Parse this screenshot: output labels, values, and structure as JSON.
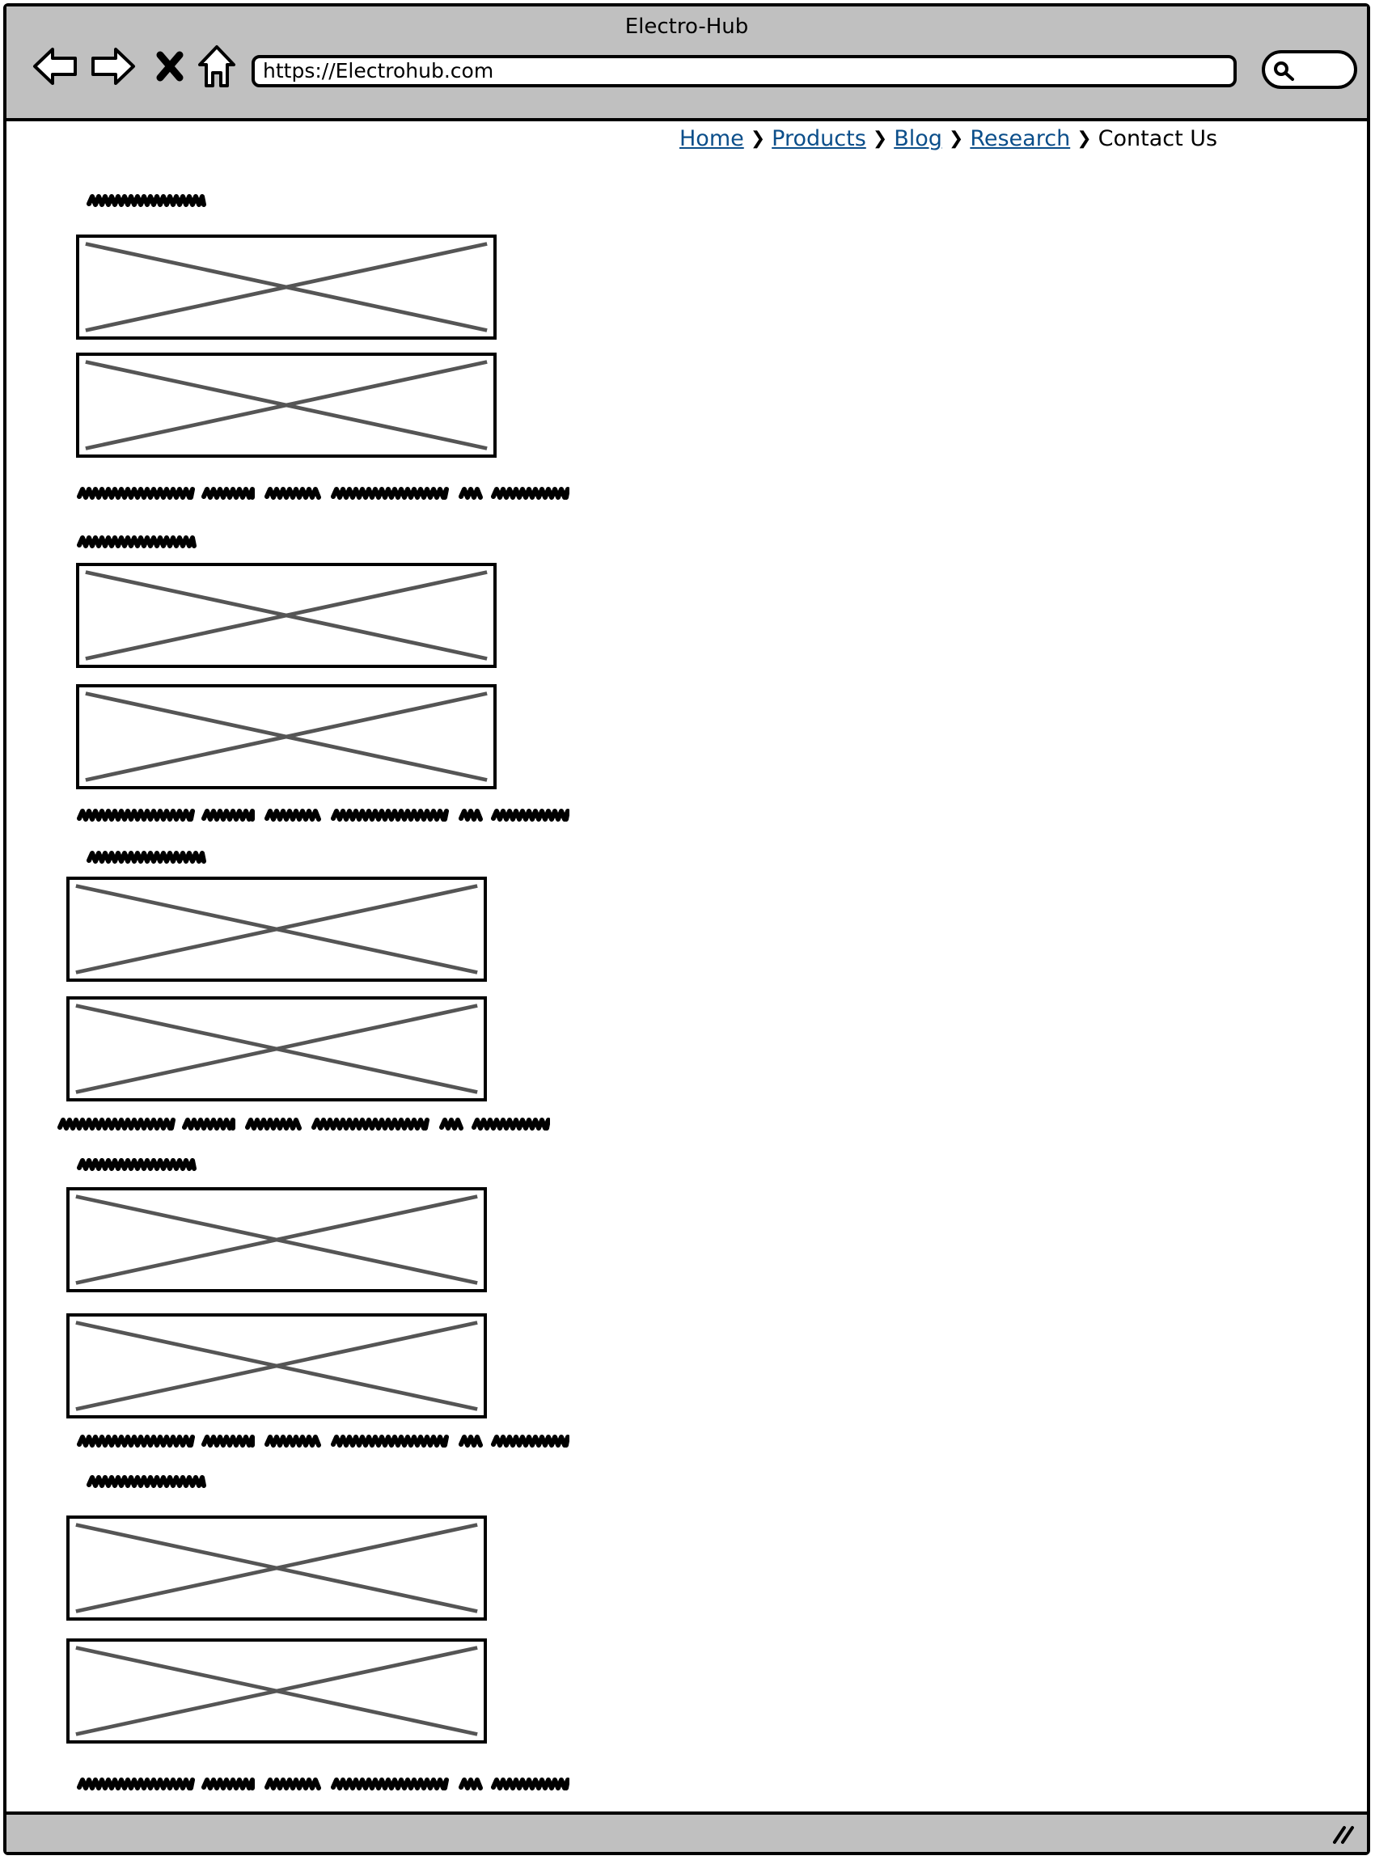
{
  "window": {
    "title": "Electro-Hub"
  },
  "toolbar": {
    "url": "https://Electrohub.com",
    "icons": [
      "back-arrow-icon",
      "forward-arrow-icon",
      "stop-icon",
      "home-icon",
      "search-icon"
    ]
  },
  "breadcrumb": {
    "items": [
      "Home",
      "Products",
      "Blog",
      "Research"
    ],
    "current": "Contact Us"
  },
  "colors": {
    "chrome": "#c0c0c0",
    "link": "#0b4e8a",
    "placeholder_stroke": "#555555"
  },
  "sections": [
    {
      "images": 2
    },
    {
      "images": 2
    },
    {
      "images": 2
    },
    {
      "images": 2
    },
    {
      "images": 2
    }
  ]
}
